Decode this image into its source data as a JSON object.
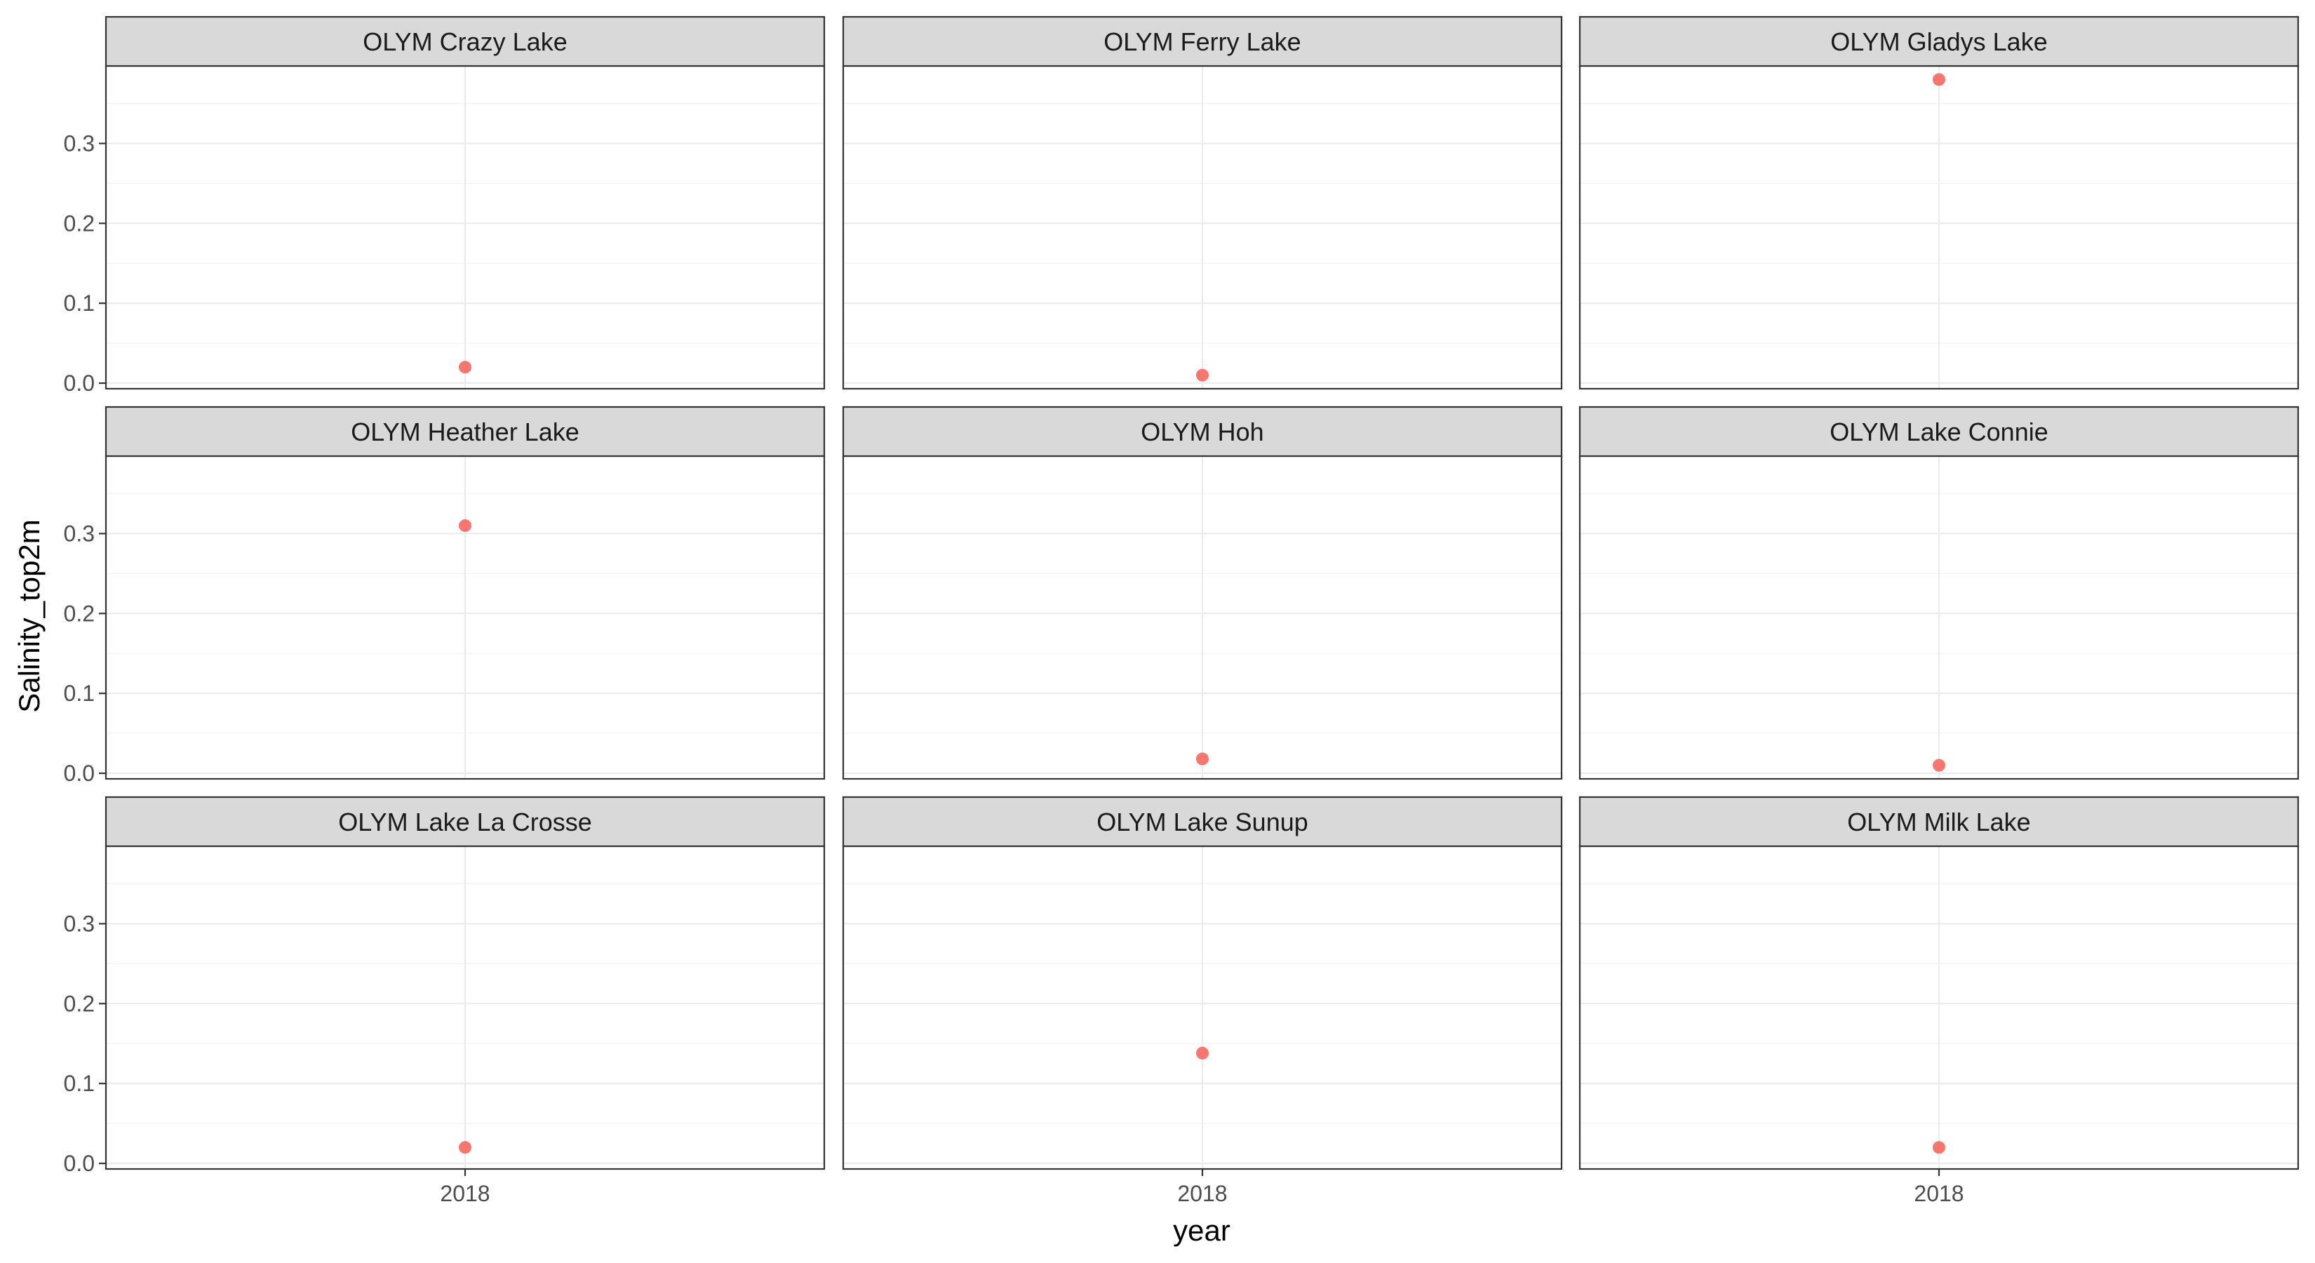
{
  "chart_data": {
    "type": "scatter",
    "facet_layout": "3x3 grid",
    "xlabel": "year",
    "ylabel": "Salinity_top2m",
    "x_categories": [
      "2018"
    ],
    "y_ticks": [
      "0.0",
      "0.1",
      "0.2",
      "0.3"
    ],
    "ylim": [
      -0.007,
      0.397
    ],
    "grid": true,
    "point_color": "#F8766D",
    "panels": [
      {
        "name": "OLYM Crazy Lake",
        "x": "2018",
        "y": 0.02
      },
      {
        "name": "OLYM Ferry Lake",
        "x": "2018",
        "y": 0.01
      },
      {
        "name": "OLYM Gladys Lake",
        "x": "2018",
        "y": 0.38
      },
      {
        "name": "OLYM Heather Lake",
        "x": "2018",
        "y": 0.31
      },
      {
        "name": "OLYM Hoh",
        "x": "2018",
        "y": 0.018
      },
      {
        "name": "OLYM Lake Connie",
        "x": "2018",
        "y": 0.01
      },
      {
        "name": "OLYM Lake La Crosse",
        "x": "2018",
        "y": 0.02
      },
      {
        "name": "OLYM Lake Sunup",
        "x": "2018",
        "y": 0.138
      },
      {
        "name": "OLYM Milk Lake",
        "x": "2018",
        "y": 0.02
      }
    ]
  }
}
